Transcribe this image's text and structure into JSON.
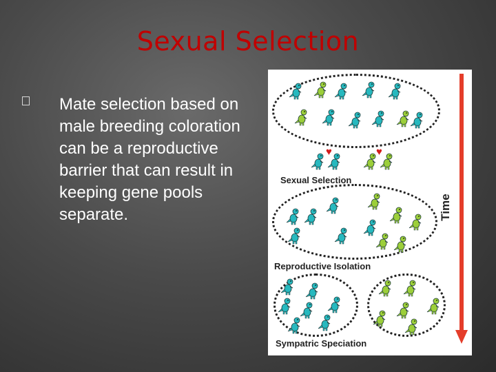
{
  "slide": {
    "title": "Sexual Selection",
    "bullet_text": "Mate selection based on male breeding coloration can be a reproductive barrier that can result in keeping gene pools separate."
  },
  "figure": {
    "labels": {
      "sexual_selection": "Sexual Selection",
      "reproductive_isolation": "Reproductive Isolation",
      "sympatric_speciation": "Sympatric Speciation",
      "time": "Time"
    },
    "colors": {
      "teal_dino": "#27b9bf",
      "green_dino": "#9ccf3a",
      "heart": "#d41d1d",
      "time_arrow": "#e43d2a"
    }
  }
}
